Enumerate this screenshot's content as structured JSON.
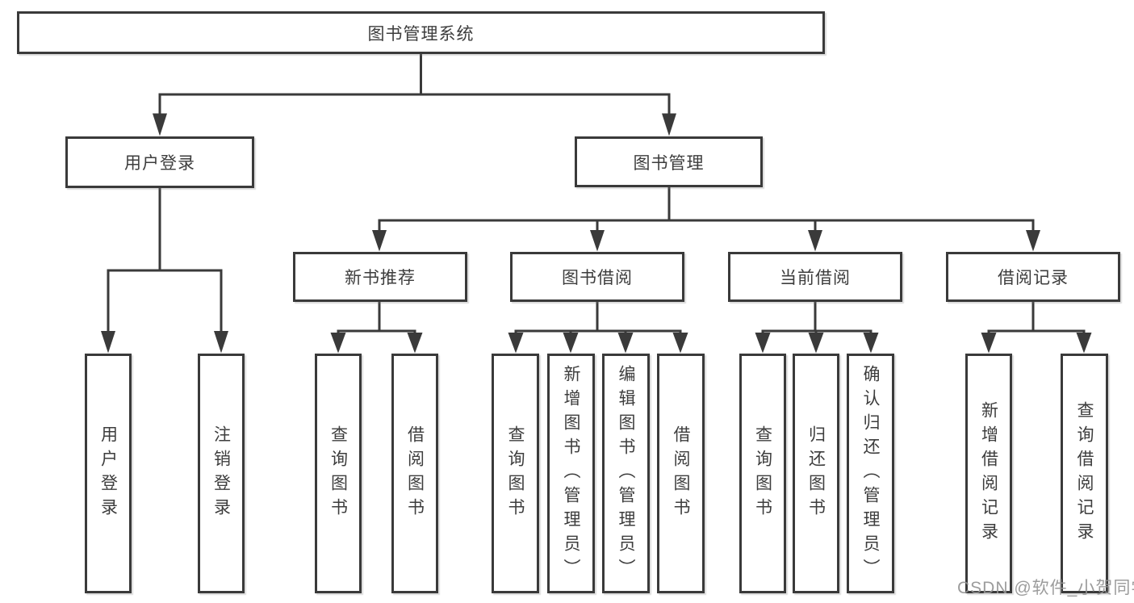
{
  "root": {
    "label": "图书管理系统"
  },
  "user_login": {
    "label": "用户登录",
    "children": [
      {
        "label": "用户登录"
      },
      {
        "label": "注销登录"
      }
    ]
  },
  "book_mgmt": {
    "label": "图书管理",
    "sections": [
      {
        "label": "新书推荐",
        "children": [
          {
            "label": "查询图书"
          },
          {
            "label": "借阅图书"
          }
        ]
      },
      {
        "label": "图书借阅",
        "children": [
          {
            "label": "查询图书"
          },
          {
            "label": "新增图书（管理员）"
          },
          {
            "label": "编辑图书（管理员）"
          },
          {
            "label": "借阅图书"
          }
        ]
      },
      {
        "label": "当前借阅",
        "children": [
          {
            "label": "查询图书"
          },
          {
            "label": "归还图书"
          },
          {
            "label": "确认归还（管理员）"
          }
        ]
      },
      {
        "label": "借阅记录",
        "children": [
          {
            "label": "新增借阅记录"
          },
          {
            "label": "查询借阅记录"
          }
        ]
      }
    ]
  },
  "watermark": {
    "text": "CSDN @软件_小贺同学"
  },
  "colors": {
    "line": "#3a3a3a",
    "text": "#3d3d3d",
    "box_background": "#ffffff",
    "watermark": "#949494",
    "page_background": "#ffffff"
  }
}
